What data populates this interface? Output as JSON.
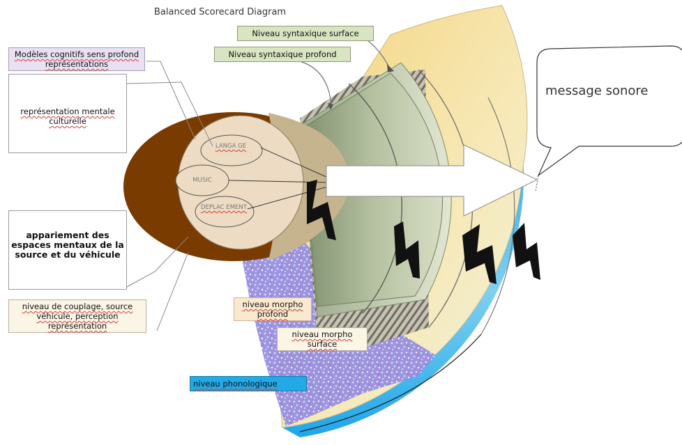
{
  "title": "Balanced Scorecard Diagram",
  "labels": {
    "modeles": "Modèles cognitifs sens profond représentations",
    "representation": "représentation mentale  culturelle",
    "appariement": "appariement des espaces mentaux de la source et du véhicule",
    "couplage": "niveau de couplage, source véhicule, perception représentation",
    "syntax_surface": "Niveau syntaxique surface",
    "syntax_profond": "Niveau syntaxique profond",
    "morpho_profond": "niveau morpho profond",
    "morpho_surface": "niveau morpho surface",
    "phonologique": "niveau phonologique",
    "message": "message sonore"
  },
  "ovals": {
    "langage": "LANGA GE",
    "music": "MUSIC",
    "deplacement": "DEPLAC EMENT"
  },
  "colors": {
    "brown": "#7a3b00",
    "beige": "#eddcc3",
    "yellow_band": "#f6dc8e",
    "cyan_band": "#1aa3e8",
    "green_band": "#9fae8c",
    "purple_noise": "#8878d8"
  }
}
